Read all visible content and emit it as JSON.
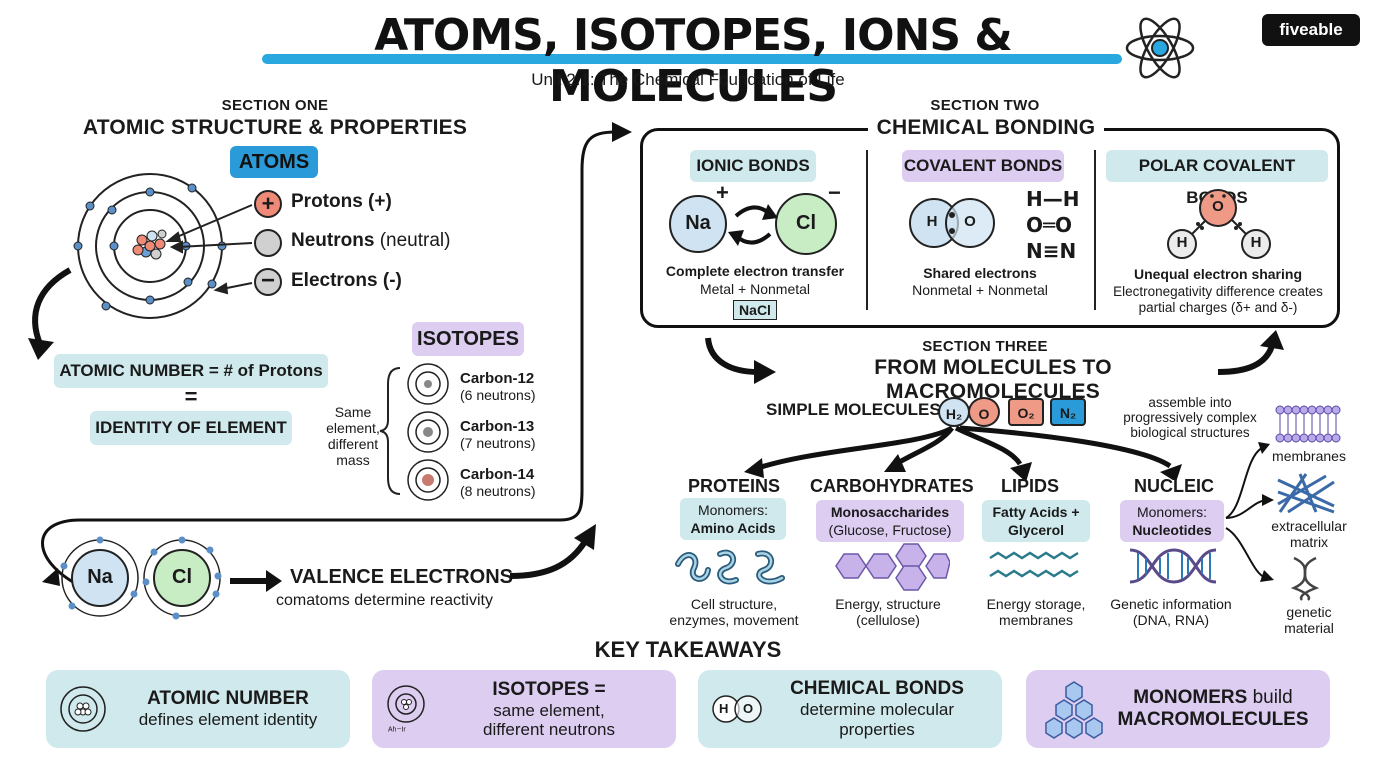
{
  "header": {
    "title": "ATOMS, ISOTOPES, IONS & MOLECULES",
    "subtitle": "Unit 2.1: The Chemical Foundation of Life",
    "brand": "fiveable"
  },
  "section_one": {
    "label": "SECTION ONE",
    "title": "ATOMIC STRUCTURE & PROPERTIES",
    "atoms_pill": "ATOMS",
    "protons": "Protons (+)",
    "neutrons": "Neutrons",
    "neutrons_note": "(neutral)",
    "electrons": "Electrons (-)",
    "atomic_number": "ATOMIC NUMBER = # of Protons",
    "equals": "=",
    "identity": "IDENTITY OF ELEMENT",
    "isotopes_pill": "ISOTOPES",
    "isotope_note": [
      "Same",
      "element,",
      "different",
      "mass"
    ],
    "isotopes": [
      {
        "name": "Carbon-12",
        "neutrons": "(6 neutrons)"
      },
      {
        "name": "Carbon-13",
        "neutrons": "(7 neutrons)"
      },
      {
        "name": "Carbon-14",
        "neutrons": "(8 neutrons)"
      }
    ],
    "na": "Na",
    "cl": "Cl",
    "valence_title": "VALENCE ELECTRONS",
    "valence_desc": "comatoms determine reactivity"
  },
  "section_two": {
    "label": "SECTION TWO",
    "title": "CHEMICAL BONDING",
    "ionic": {
      "pill": "IONIC BONDS",
      "na": "Na",
      "cl": "Cl",
      "plus": "+",
      "minus": "−",
      "desc": "Complete electron transfer",
      "desc2": "Metal + Nonmetal",
      "example": "NaCl"
    },
    "covalent": {
      "pill": "COVALENT BONDS",
      "h": "H",
      "o": "O",
      "formulas": [
        "H—H",
        "O═O",
        "N≡N"
      ],
      "desc": "Shared electrons",
      "desc2": "Nonmetal + Nonmetal"
    },
    "polar": {
      "pill": "POLAR COVALENT BONDS",
      "o": "O",
      "h": "H",
      "desc": "Unequal electron sharing",
      "desc2": "Electronegativity difference creates",
      "desc3": "partial charges (δ+ and δ-)"
    }
  },
  "section_three": {
    "label": "SECTION THREE",
    "title": "FROM MOLECULES TO MACROMOLECULES",
    "simple_label": "SIMPLE MOLECULES",
    "simple": [
      "H₂",
      "O",
      "O₂",
      "N₂"
    ],
    "assemble_note": [
      "assemble into",
      "progressively complex",
      "biological structures"
    ],
    "macros": [
      {
        "name": "PROTEINS",
        "mono_a": "Monomers:",
        "mono_b": "Amino Acids",
        "func_a": "Cell structure,",
        "func_b": "enzymes, movement"
      },
      {
        "name": "CARBOHYDRATES",
        "mono_a": "Monosaccharides",
        "mono_b": "(Glucose, Fructose)",
        "func_a": "Energy, structure",
        "func_b": "(cellulose)"
      },
      {
        "name": "LIPIDS",
        "mono_a": "Fatty Acids +",
        "mono_b": "Glycerol",
        "func_a": "Energy storage,",
        "func_b": "membranes"
      },
      {
        "name": "NUCLEIC ACIDS",
        "mono_a": "Monomers:",
        "mono_b": "Nucleotides",
        "func_a": "Genetic information",
        "func_b": "(DNA, RNA)"
      }
    ],
    "outputs": [
      {
        "label_a": "membranes",
        "label_b": ""
      },
      {
        "label_a": "extracellular",
        "label_b": "matrix"
      },
      {
        "label_a": "genetic",
        "label_b": "material"
      }
    ]
  },
  "takeaways": {
    "title": "KEY TAKEAWAYS",
    "cards": [
      {
        "title": "ATOMIC NUMBER",
        "desc": "defines element identity",
        "color": "#cfe9ec"
      },
      {
        "title": "ISOTOPES =",
        "desc": "same element,",
        "desc2": "different neutrons",
        "icon_label": "ᴬʰ⁻ᴵʳ",
        "color": "#dccdf1"
      },
      {
        "title": "CHEMICAL BONDS",
        "desc": "determine molecular",
        "desc2": "properties",
        "icon_h": "H",
        "icon_o": "O",
        "color": "#cfe9ec"
      },
      {
        "title": "MONOMERS",
        "title_rest": "build",
        "desc": "MACROMOLECULES",
        "color": "#dccdf1"
      }
    ]
  },
  "colors": {
    "accent_blue": "#29a8e0",
    "proton": "#ef8a78",
    "neutron": "#d0d0d0",
    "electron_blue": "#5b8fc7",
    "na_fill": "#cfe3f2",
    "cl_fill": "#c8ecc4",
    "teal_pill": "#cfe9ec",
    "violet_pill": "#dccdf1"
  }
}
